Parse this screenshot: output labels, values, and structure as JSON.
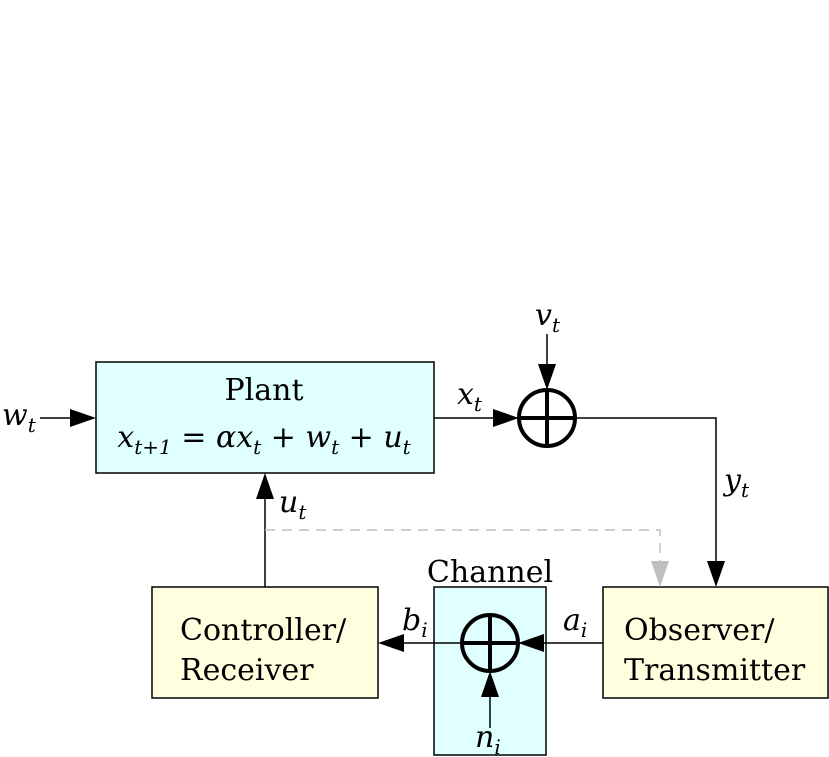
{
  "colors": {
    "plant_fill": "#e0ffff",
    "channel_fill": "#e0ffff",
    "controller_fill": "#ffffe0",
    "observer_fill": "#ffffe0",
    "feedback_dashed": "#bfbfbf"
  },
  "plant": {
    "title": "Plant",
    "eq_lhs_var": "x",
    "eq_lhs_sub": "t+1",
    "eq_rhs_a": " = αx",
    "eq_rhs_a_sub": "t",
    "eq_rhs_b": " + w",
    "eq_rhs_b_sub": "t",
    "eq_rhs_c": " + u",
    "eq_rhs_c_sub": "t"
  },
  "controller": {
    "line1": "Controller/",
    "line2": "Receiver"
  },
  "observer": {
    "line1": "Observer/",
    "line2": "Transmitter"
  },
  "channel": {
    "title": "Channel"
  },
  "signals": {
    "w": {
      "base": "w",
      "sub": "t"
    },
    "x": {
      "base": "x",
      "sub": "t"
    },
    "v": {
      "base": "v",
      "sub": "t"
    },
    "y": {
      "base": "y",
      "sub": "t"
    },
    "u": {
      "base": "u",
      "sub": "t"
    },
    "a": {
      "base": "a",
      "sub": "i"
    },
    "b": {
      "base": "b",
      "sub": "i"
    },
    "n": {
      "base": "n",
      "sub": "i"
    }
  }
}
